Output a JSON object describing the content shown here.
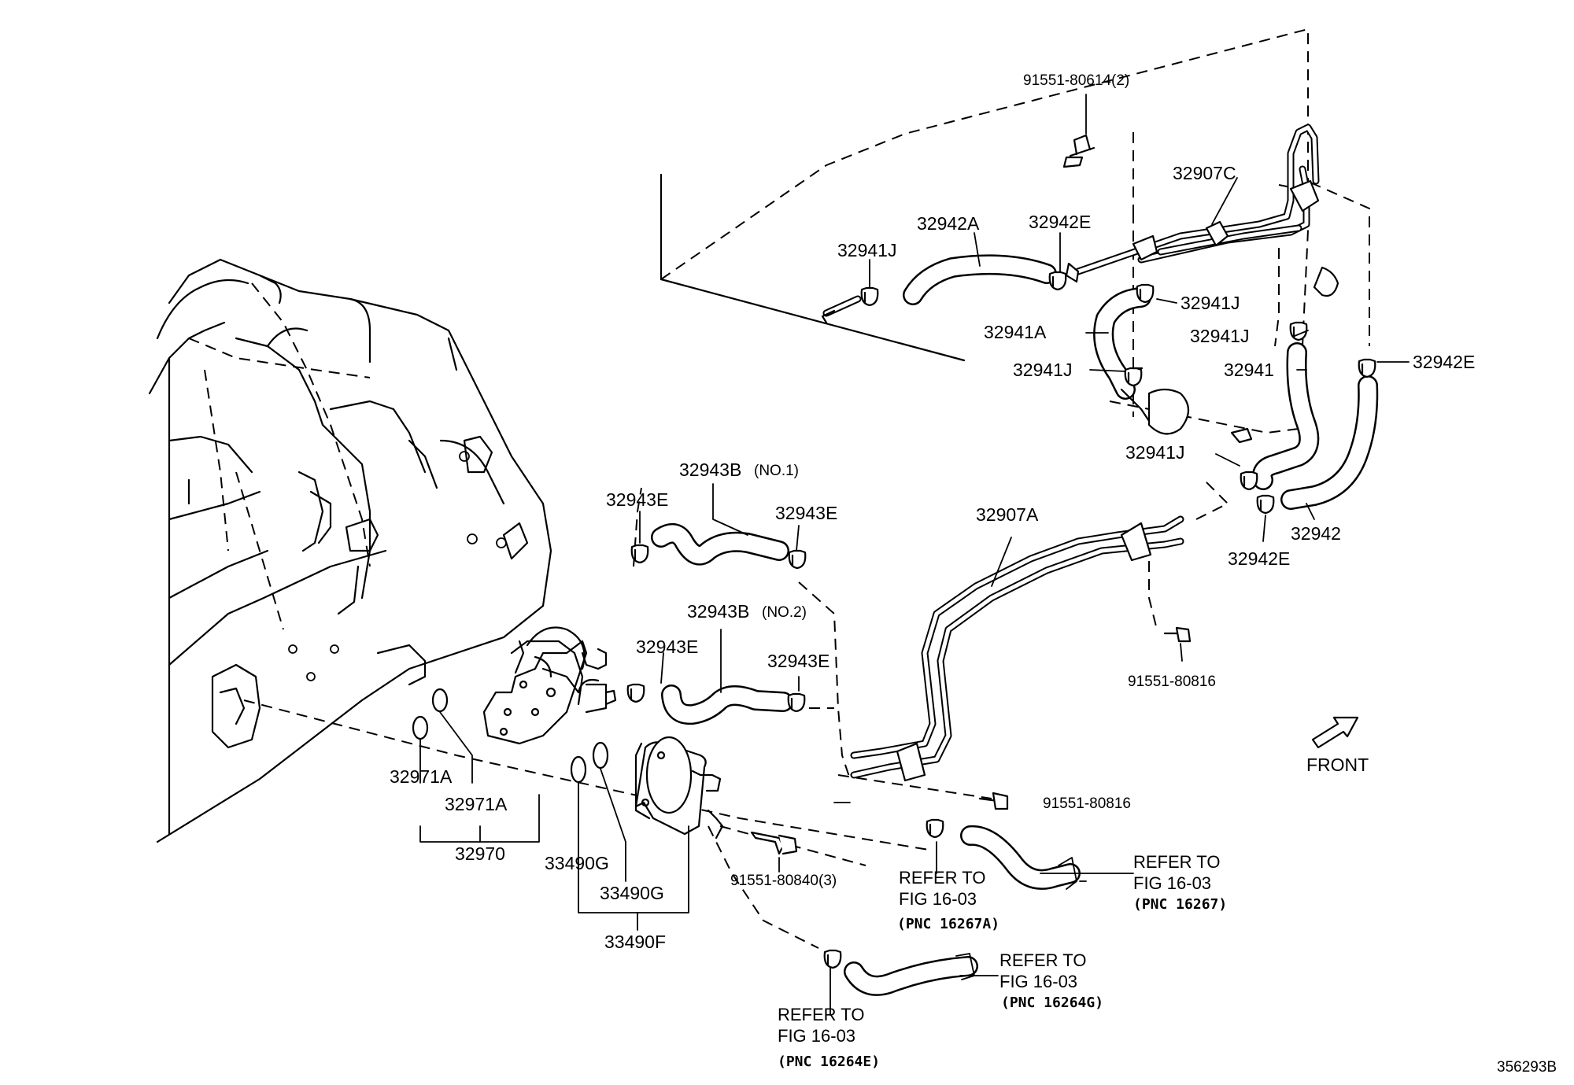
{
  "labels": {
    "bolt_top": "91551-80614(2)",
    "p32907C": "32907C",
    "p32942A": "32942A",
    "p32942E_top": "32942E",
    "p32941J_a": "32941J",
    "p32941J_b": "32941J",
    "p32941A": "32941A",
    "p32941J_c": "32941J",
    "p32941J_d": "32941J",
    "p32941": "32941",
    "p32942E_right": "32942E",
    "p32941J_e": "32941J",
    "p32942": "32942",
    "p32942E_low": "32942E",
    "p32907A": "32907A",
    "bolt_mid": "91551-80816",
    "p32943B_1": "32943B",
    "no1": "(NO.1)",
    "p32943E_a": "32943E",
    "p32943E_b": "32943E",
    "p32943B_2": "32943B",
    "no2": "(NO.2)",
    "p32943E_c": "32943E",
    "p32943E_d": "32943E",
    "bolt_low": "91551-80816",
    "p32971A_a": "32971A",
    "p32971A_b": "32971A",
    "p32970": "32970",
    "p33490G_a": "33490G",
    "p33490G_b": "33490G",
    "p33490F": "33490F",
    "bolt_cooler": "91551-80840(3)",
    "front": "FRONT",
    "figure_id": "356293B"
  },
  "refs": {
    "r1": {
      "line1": "REFER TO",
      "line2": "FIG 16-03",
      "pnc": "(PNC 16267A)"
    },
    "r2": {
      "line1": "REFER TO",
      "line2": "FIG 16-03",
      "pnc": "(PNC 16267)"
    },
    "r3": {
      "line1": "REFER TO",
      "line2": "FIG 16-03",
      "pnc": "(PNC 16264G)"
    },
    "r4": {
      "line1": "REFER TO",
      "line2": "FIG 16-03",
      "pnc": "(PNC 16264E)"
    }
  }
}
